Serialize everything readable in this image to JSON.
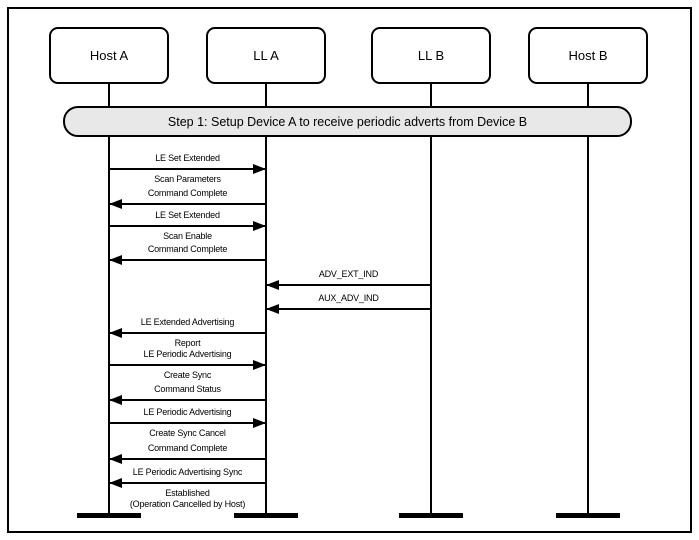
{
  "diagram": {
    "type": "message-sequence-diagram",
    "banner": "Step 1: Setup Device A to receive periodic adverts from Device B",
    "actors": [
      {
        "label": "Host A"
      },
      {
        "label": "LL A"
      },
      {
        "label": "LL B"
      },
      {
        "label": "Host B"
      }
    ],
    "messages": [
      {
        "from": "Host A",
        "to": "LL A",
        "direction": "right",
        "above": "LE Set Extended",
        "below": "Scan Parameters"
      },
      {
        "from": "LL A",
        "to": "Host A",
        "direction": "left",
        "above": "Command Complete"
      },
      {
        "from": "Host A",
        "to": "LL A",
        "direction": "right",
        "above": "LE Set Extended",
        "below": "Scan Enable"
      },
      {
        "from": "LL A",
        "to": "Host A",
        "direction": "left",
        "above": "Command Complete"
      },
      {
        "from": "LL B",
        "to": "LL A",
        "direction": "left",
        "above": "ADV_EXT_IND"
      },
      {
        "from": "LL B",
        "to": "LL A",
        "direction": "left",
        "above": "AUX_ADV_IND"
      },
      {
        "from": "LL A",
        "to": "Host A",
        "direction": "left",
        "above": "LE Extended Advertising",
        "below": "Report"
      },
      {
        "from": "Host A",
        "to": "LL A",
        "direction": "right",
        "above": "LE Periodic Advertising",
        "below": "Create Sync"
      },
      {
        "from": "LL A",
        "to": "Host A",
        "direction": "left",
        "above": "Command Status"
      },
      {
        "from": "Host A",
        "to": "LL A",
        "direction": "right",
        "above": "LE Periodic Advertising",
        "below": "Create Sync Cancel"
      },
      {
        "from": "LL A",
        "to": "Host A",
        "direction": "left",
        "above": "Command Complete"
      },
      {
        "from": "LL A",
        "to": "Host A",
        "direction": "left",
        "above": "LE Periodic Advertising Sync",
        "below": "Established",
        "below2": "(Operation Cancelled by Host)"
      }
    ],
    "colors": {
      "line": "#000000",
      "banner_fill": "#e8e8e8",
      "actor_fill": "#ffffff"
    }
  }
}
